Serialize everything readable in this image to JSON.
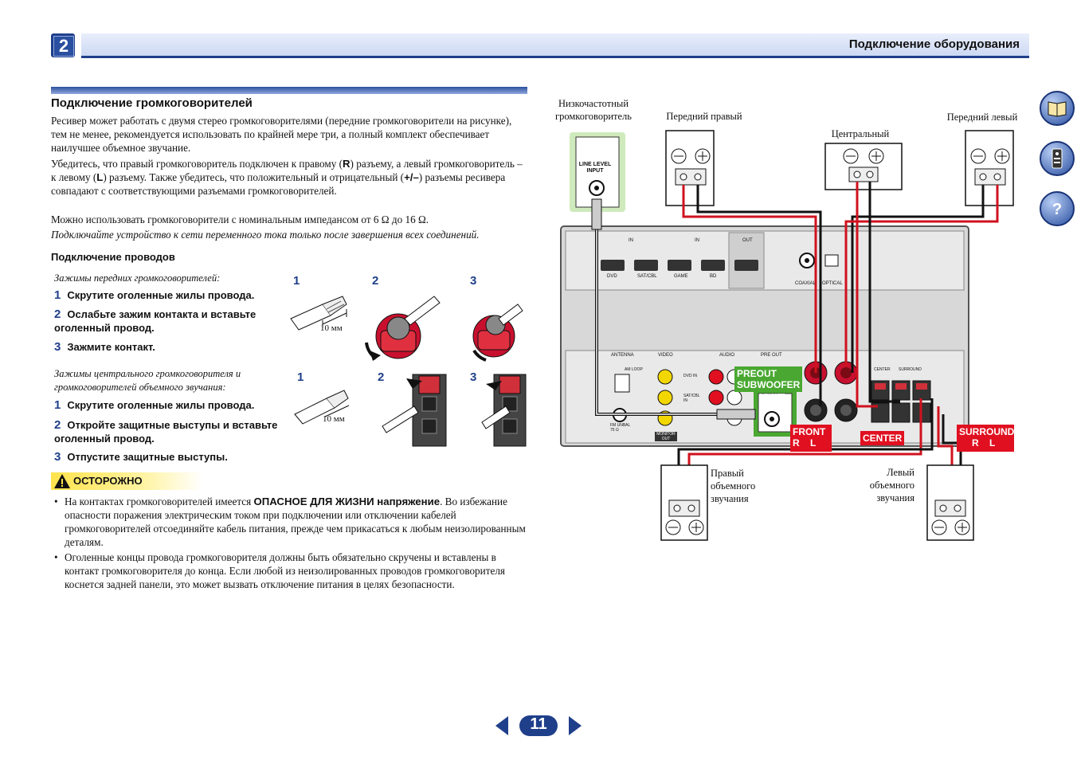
{
  "header": {
    "chapter_number": "2",
    "title": "Подключение оборудования"
  },
  "section": {
    "title": "Подключение громкоговорителей",
    "p1": "Ресивер может работать с двумя стерео громкоговорителями (передние громкоговорители на рисунке), тем не менее, рекомендуется использовать по крайней мере три, а полный комплект обеспечивает наилучшее объемное звучание.",
    "p2_part1": "Убедитесь, что правый громкоговоритель подключен к правому (",
    "p2_r": "R",
    "p2_part2": ") разъему, а левый громкоговоритель – к левому (",
    "p2_l": "L",
    "p2_part3": ") разъему. Также убедитесь, что положительный и отрицательный (",
    "p2_pm": "+/–",
    "p2_part4": ") разъемы ресивера совпадают с соответствующими разъемами громкоговорителей.",
    "p3": "Можно использовать громкоговорители с номинальным импедансом от 6 Ω до 16 Ω.",
    "p4_note": "Подключайте устройство к сети переменного тока только после завершения всех соединений."
  },
  "wires": {
    "title": "Подключение проводов",
    "front_caption": "Зажимы передних громкоговорителей:",
    "front_steps": [
      "Скрутите оголенные жилы провода.",
      "Ослабьте зажим контакта и вставьте оголенный провод.",
      "Зажмите контакт."
    ],
    "center_caption": "Зажимы центрального громкоговорителя и громкоговорителей объемного звучания:",
    "center_steps": [
      "Скрутите оголенные жилы провода.",
      "Откройте защитные выступы и вставьте оголенный провод.",
      "Отпустите защитные выступы."
    ],
    "step_numbers": [
      "1",
      "2",
      "3"
    ],
    "strip_length": "10 мм"
  },
  "caution": {
    "label": "ОСТОРОЖНО",
    "b1_part1": "На контактах громкоговорителей имеется ",
    "b1_bold": "ОПАСНОЕ ДЛЯ ЖИЗНИ напряжение",
    "b1_part2": ". Во избежание опасности поражения электрическим током при подключении или отключении кабелей громкоговорителей отсоединяйте кабель питания, прежде чем прикасаться к любым неизолированным деталям.",
    "b2": "Оголенные концы провода громкоговорителя должны быть обязательно скручены и вставлены в контакт громкоговорителя до конца. Если любой из неизолированных проводов громкоговорителя коснется задней панели, это может вызвать отключение питания в целях безопасности."
  },
  "diagram": {
    "subwoofer_label_1": "Низкочастотный",
    "subwoofer_label_2": "громкоговоритель",
    "line_level_1": "LINE LEVEL",
    "line_level_2": "INPUT",
    "front_right": "Передний правый",
    "front_left": "Передний левый",
    "center": "Центральный",
    "surround_right_1": "Правый",
    "surround_right_2": "объемного",
    "surround_right_3": "звучания",
    "surround_left_1": "Левый",
    "surround_left_2": "объемного",
    "surround_left_3": "звучания",
    "preout_1": "PREOUT",
    "preout_2": "SUBWOOFER",
    "front_tag": "FRONT",
    "center_tag": "CENTER",
    "surround_tag": "SURROUND",
    "rl": "R    L",
    "hdmi_labels": [
      "DVD",
      "SAT/CBL",
      "GAME",
      "BD"
    ],
    "in_label": "IN",
    "out_label": "OUT",
    "coaxial": "COAXIAL",
    "optical": "OPTICAL",
    "antenna": "ANTENNA",
    "video": "VIDEO",
    "audio": "AUDIO",
    "pre_out": "PRE OUT",
    "am_loop": "AM LOOP",
    "fm_unbal": "FM UNBAL 75 Ω",
    "monitor_out": "MONITOR OUT",
    "subwoofer_small": "SUBWOOFER",
    "center_small": "CENTER",
    "surround_small": "SURROUND",
    "dvd_in": "DVD IN",
    "satcbl_in": "SAT/CBL IN",
    "colors": {
      "red_tag": "#e01020",
      "green_tag": "#4aa832",
      "wire_red": "#d0121e",
      "wire_black": "#111111",
      "accent_blue": "#1f3f8a"
    }
  },
  "side_icons": [
    "book-icon",
    "remote-icon",
    "help-icon"
  ],
  "nav": {
    "page": "11"
  }
}
